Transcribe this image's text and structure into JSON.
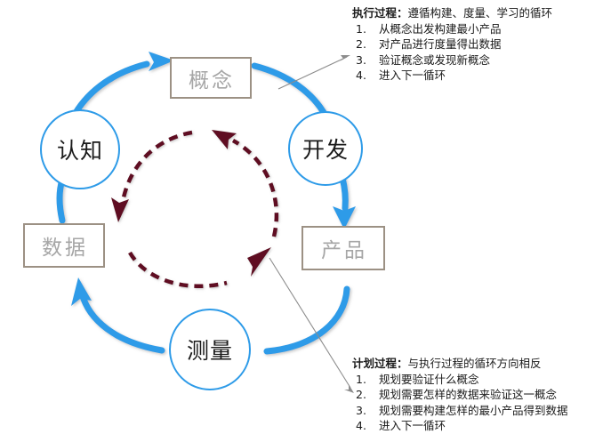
{
  "diagram": {
    "title_semantic": "build-measure-learn-loop",
    "colors": {
      "arc_blue": "#2E9BE8",
      "circle_stroke": "#2E9BE8",
      "box_stroke": "#9C9184",
      "box_text": "#a6a6a6",
      "dashed_arc": "#5E1022",
      "connector_gray": "#8C8C8C",
      "body_text": "#1a1a1a",
      "background": "#FFFFFF"
    },
    "circle_nodes": [
      {
        "id": "cognition",
        "label": "认知"
      },
      {
        "id": "develop",
        "label": "开发"
      },
      {
        "id": "measure",
        "label": "测量"
      }
    ],
    "box_nodes": [
      {
        "id": "concept",
        "label": "概念"
      },
      {
        "id": "data",
        "label": "数据"
      },
      {
        "id": "product",
        "label": "产品"
      }
    ]
  },
  "annotations": {
    "execution": {
      "heading_label": "执行过程：",
      "heading_rest": "遵循构建、度量、学习的循环",
      "items": [
        {
          "num": "1.",
          "text": "从概念出发构建最小产品"
        },
        {
          "num": "2.",
          "text": "对产品进行度量得出数据"
        },
        {
          "num": "3.",
          "text": "验证概念或发现新概念"
        },
        {
          "num": "4.",
          "text": "进入下一循环"
        }
      ]
    },
    "planning": {
      "heading_label": "计划过程：",
      "heading_rest": "与执行过程的循环方向相反",
      "items": [
        {
          "num": "1.",
          "text": "规划要验证什么概念"
        },
        {
          "num": "2.",
          "text": "规划需要怎样的数据来验证这一概念"
        },
        {
          "num": "3.",
          "text": "规划需要构建怎样的最小产品得到数据"
        },
        {
          "num": "4.",
          "text": "进入下一循环"
        }
      ]
    }
  }
}
